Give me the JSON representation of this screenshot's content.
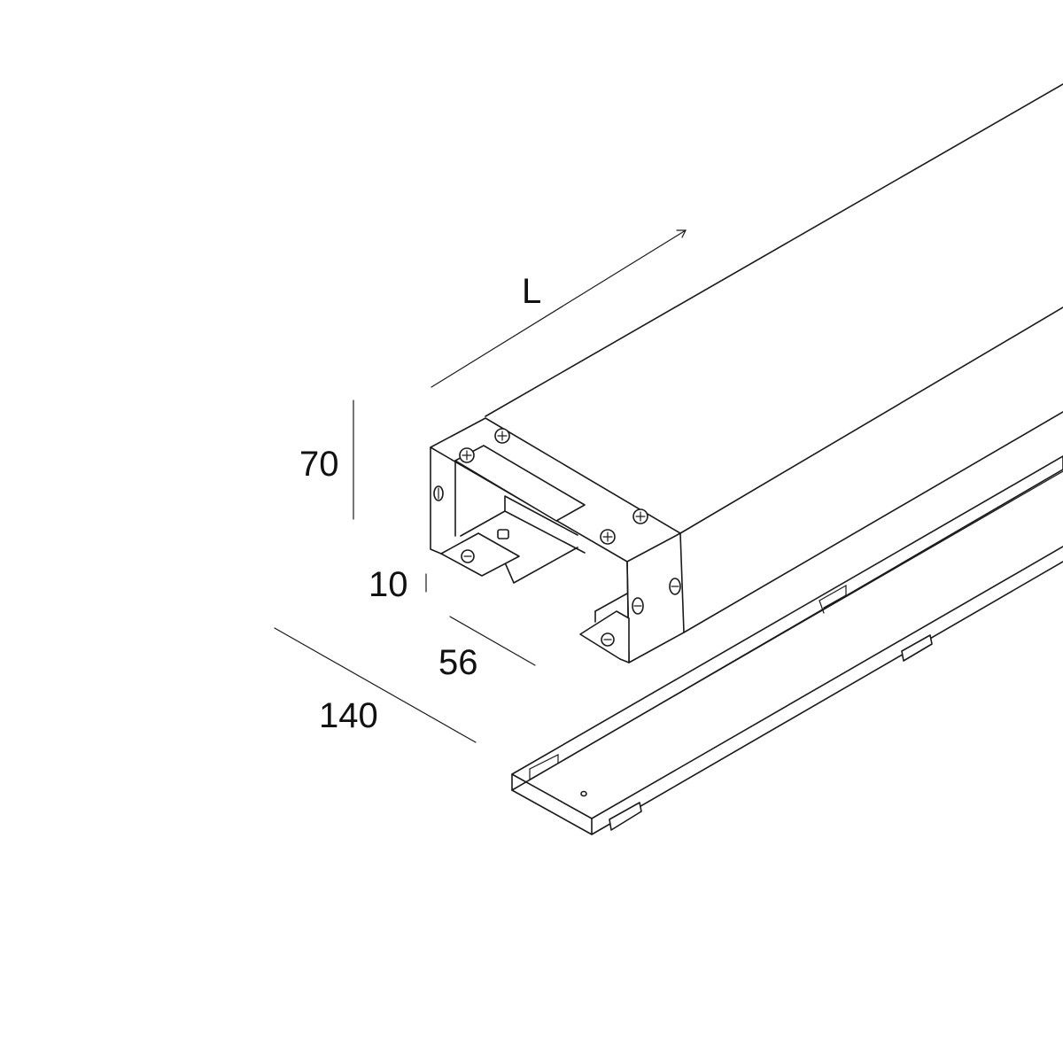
{
  "dimensions": {
    "length": "L",
    "height": "70",
    "lip": "10",
    "inner_width": "56",
    "outer_width": "140"
  },
  "colors": {
    "line": "#1a1a1a",
    "background": "#ffffff"
  }
}
